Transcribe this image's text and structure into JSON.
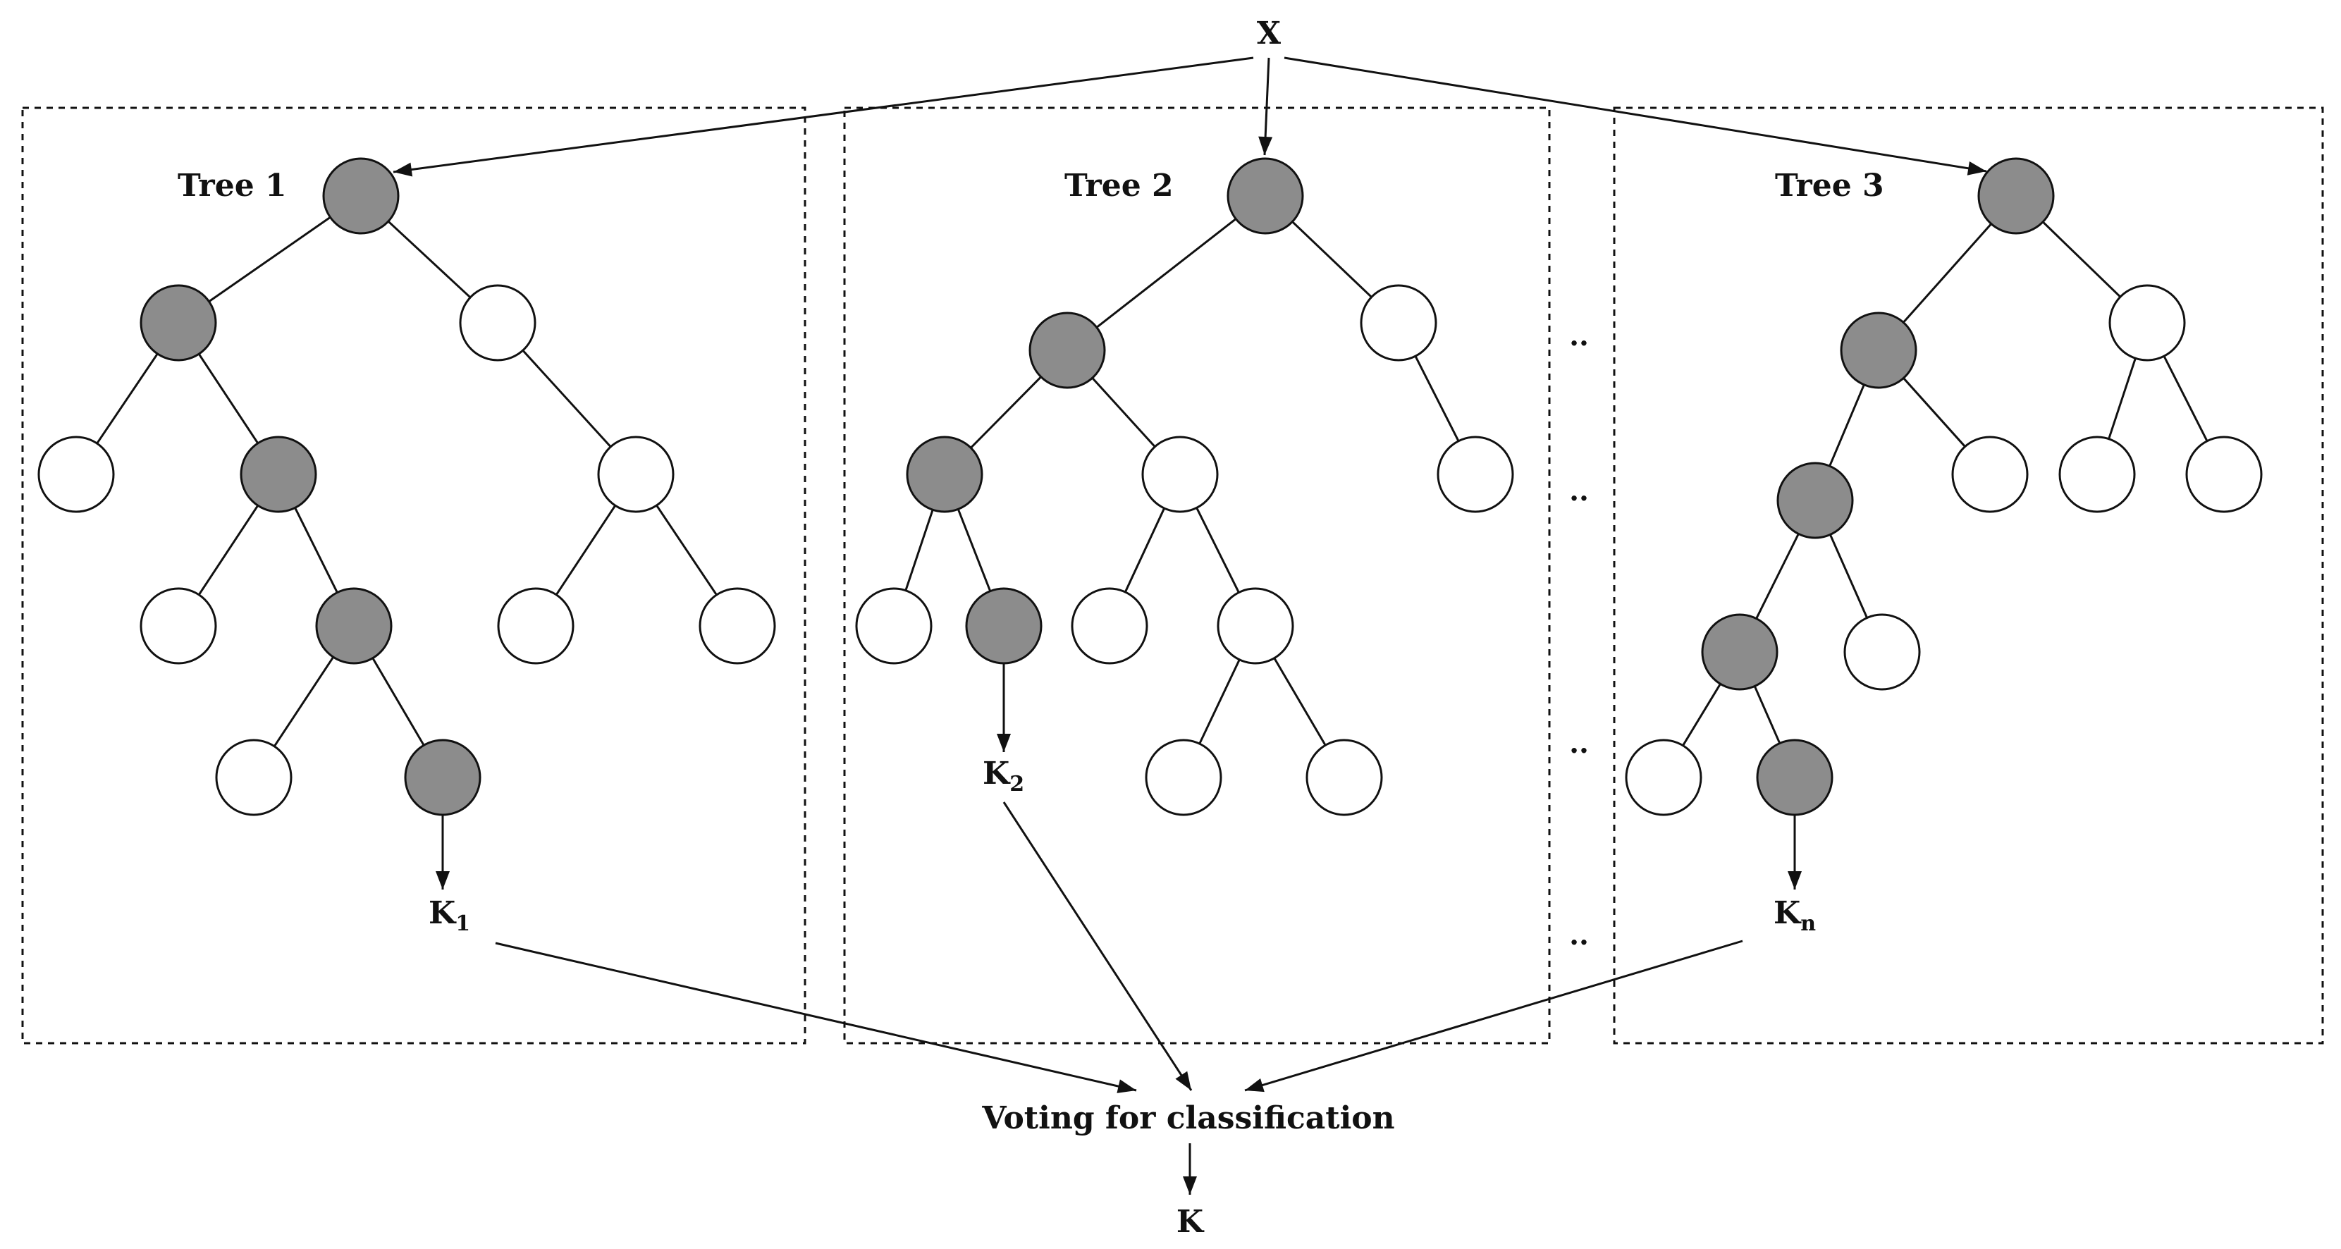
{
  "input_label": "X",
  "trees": [
    {
      "title": "Tree 1",
      "output_main": "K",
      "output_sub": "1"
    },
    {
      "title": "Tree 2",
      "output_main": "K",
      "output_sub": "2"
    },
    {
      "title": "Tree 3",
      "output_main": "K",
      "output_sub": "n"
    }
  ],
  "ellipsis": "..",
  "voting_label": "Voting for classification",
  "final_label": "K",
  "colors": {
    "active_node": "#8c8c8c",
    "inactive_node": "#ffffff",
    "stroke": "#111111"
  }
}
